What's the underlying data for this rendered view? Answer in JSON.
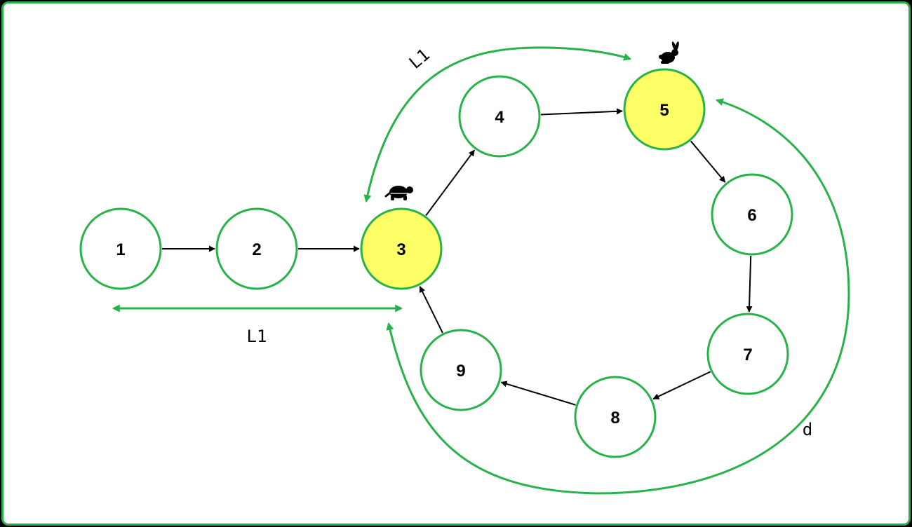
{
  "colors": {
    "green": "#27b24a",
    "highlight": "#ffff66",
    "node_fill": "#ffffff",
    "edge": "#000000"
  },
  "nodes": [
    {
      "label": "1",
      "highlight": false
    },
    {
      "label": "2",
      "highlight": false
    },
    {
      "label": "3",
      "highlight": true
    },
    {
      "label": "4",
      "highlight": false
    },
    {
      "label": "5",
      "highlight": true
    },
    {
      "label": "6",
      "highlight": false
    },
    {
      "label": "7",
      "highlight": false
    },
    {
      "label": "8",
      "highlight": false
    },
    {
      "label": "9",
      "highlight": false
    }
  ],
  "edges": [
    [
      "1",
      "2"
    ],
    [
      "2",
      "3"
    ],
    [
      "3",
      "4"
    ],
    [
      "4",
      "5"
    ],
    [
      "5",
      "6"
    ],
    [
      "6",
      "7"
    ],
    [
      "7",
      "8"
    ],
    [
      "8",
      "9"
    ],
    [
      "9",
      "3"
    ]
  ],
  "annotations": {
    "l1_bottom": "L1",
    "l1_top": "L1",
    "d_label": "d"
  },
  "icons": {
    "tortoise": "tortoise-icon",
    "hare": "rabbit-icon"
  }
}
